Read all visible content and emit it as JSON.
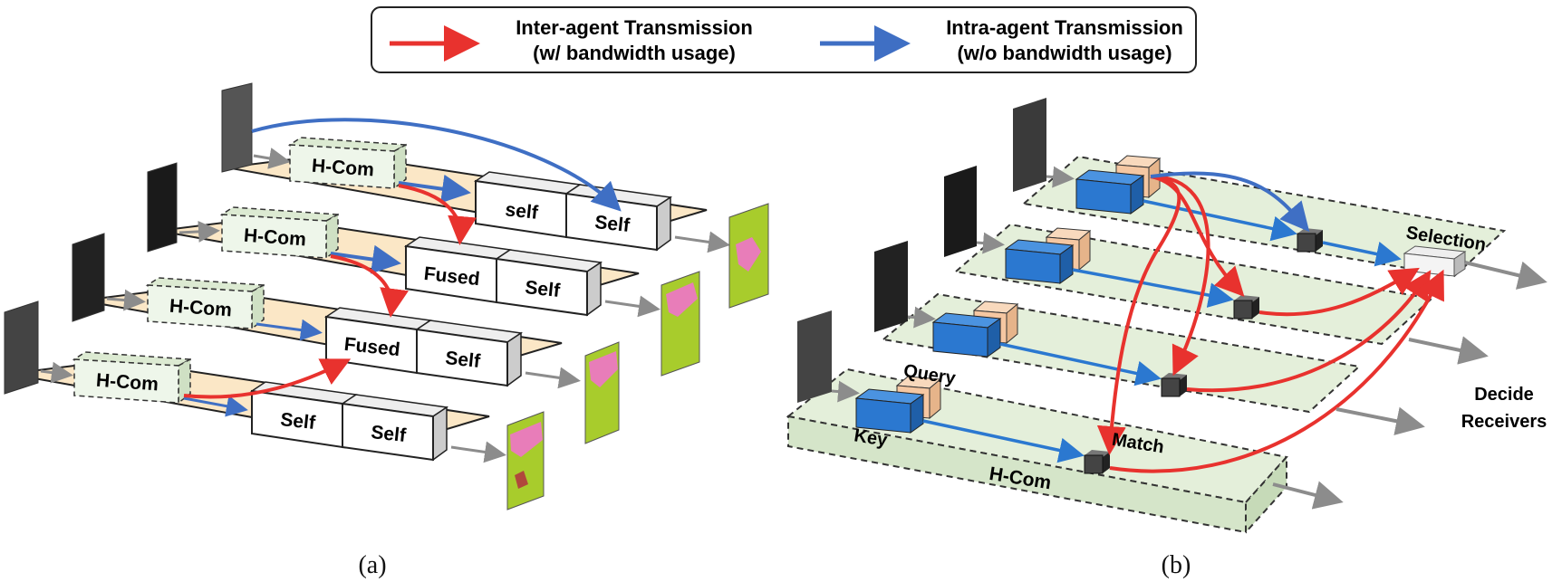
{
  "legend": {
    "inter_title": "Inter-agent Transmission",
    "inter_sub": "(w/ bandwidth usage)",
    "intra_title": "Intra-agent Transmission",
    "intra_sub": "(w/o bandwidth usage)",
    "inter_color": "#e8322e",
    "intra_color": "#3f6fc4"
  },
  "panel_a": {
    "caption": "(a)",
    "rows": [
      {
        "hcom": "H-Com",
        "box1": "self",
        "box2": "Self"
      },
      {
        "hcom": "H-Com",
        "box1": "Fused",
        "box2": "Self"
      },
      {
        "hcom": "H-Com",
        "box1": "Fused",
        "box2": "Self"
      },
      {
        "hcom": "H-Com",
        "box1": "Self",
        "box2": "Self"
      }
    ]
  },
  "panel_b": {
    "caption": "(b)",
    "selection": "Selection",
    "query": "Query",
    "key": "Key",
    "match": "Match",
    "hcom": "H-Com",
    "decide_line1": "Decide",
    "decide_line2": "Receivers"
  },
  "colors": {
    "plane_a": "#fbe7c6",
    "plane_b": "#e4efda",
    "hcom_fill": "#eef6ea",
    "key_blue": "#2b78d0",
    "query_peach": "#f5c7a2",
    "arrow_gray": "#8c8c8c",
    "seg_green": "#a8cc2c",
    "seg_pink": "#e87db9"
  }
}
